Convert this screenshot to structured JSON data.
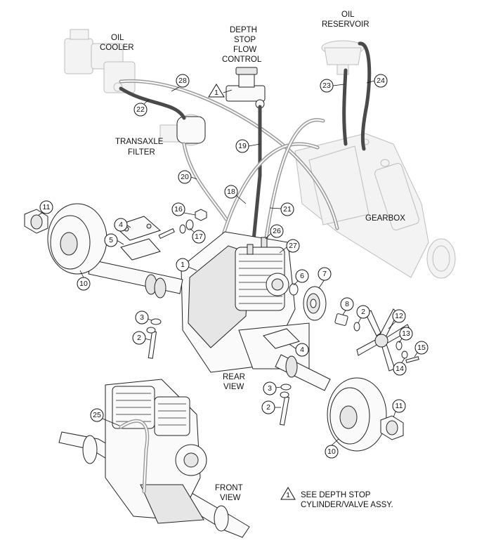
{
  "labels": {
    "oil_cooler_1": "OIL",
    "oil_cooler_2": "COOLER",
    "depth_stop_1": "DEPTH",
    "depth_stop_2": "STOP",
    "depth_stop_3": "FLOW",
    "depth_stop_4": "CONTROL",
    "oil_reservoir_1": "OIL",
    "oil_reservoir_2": "RESERVOIR",
    "transaxle_filter_1": "TRANSAXLE",
    "transaxle_filter_2": "FILTER",
    "gearbox": "GEARBOX",
    "rear_view_1": "REAR",
    "rear_view_2": "VIEW",
    "front_view_1": "FRONT",
    "front_view_2": "VIEW",
    "note_1": "SEE DEPTH STOP",
    "note_2": "CYLINDER/VALVE ASSY.",
    "note_symbol": "1",
    "depth_symbol": "1"
  },
  "callouts": {
    "c1": "1",
    "c2a": "2",
    "c2b": "2",
    "c2c": "2",
    "c3a": "3",
    "c3b": "3",
    "c4a": "4",
    "c4b": "4",
    "c5": "5",
    "c6": "6",
    "c7": "7",
    "c8": "8",
    "c10a": "10",
    "c10b": "10",
    "c11a": "11",
    "c11b": "11",
    "c12": "12",
    "c13": "13",
    "c14": "14",
    "c15": "15",
    "c16": "16",
    "c17": "17",
    "c18": "18",
    "c19": "19",
    "c20": "20",
    "c21": "21",
    "c22": "22",
    "c23": "23",
    "c24": "24",
    "c25": "25",
    "c26": "26",
    "c27": "27",
    "c28": "28"
  }
}
